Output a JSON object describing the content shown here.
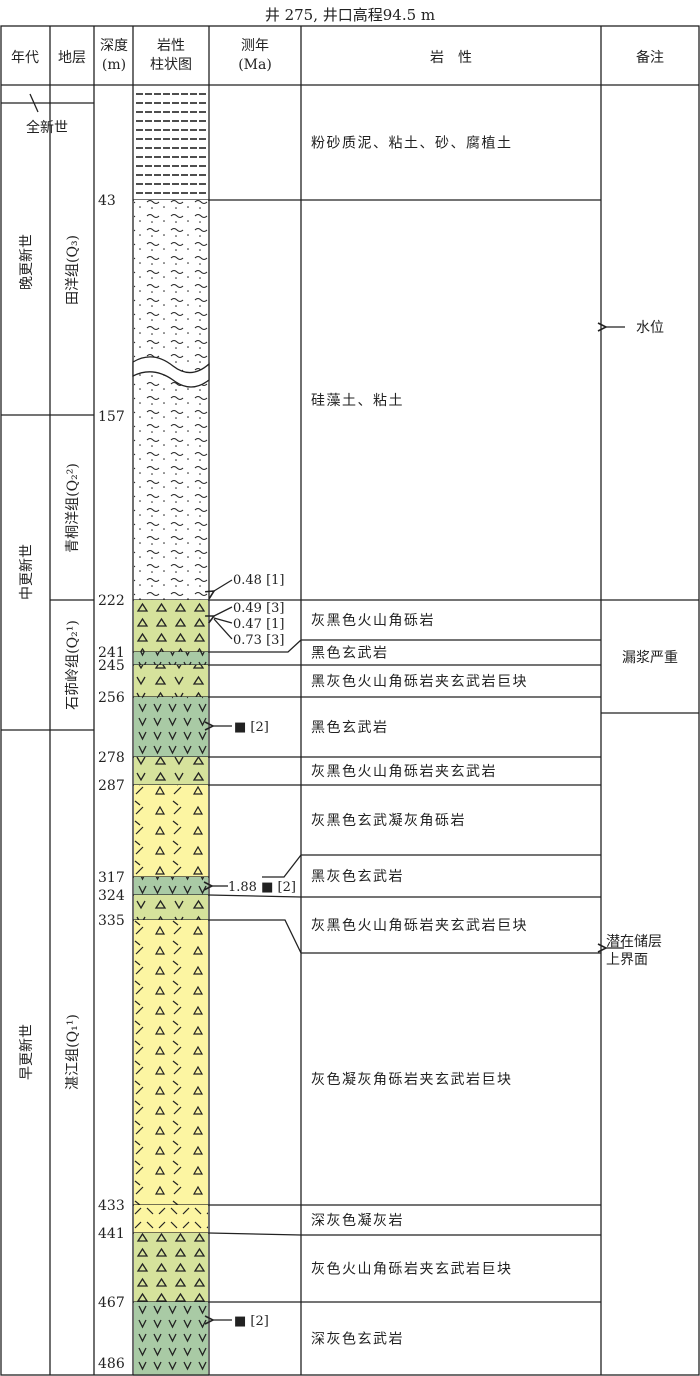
{
  "title": "井 275, 井口高程94.5 m",
  "header": {
    "era": "年代",
    "strata": "地层",
    "depth_1": "深度",
    "depth_2": "(m)",
    "column_1": "岩性",
    "column_2": "柱状图",
    "dating_1": "测年",
    "dating_2": "(Ma)",
    "lithology": "岩　性",
    "remarks": "备注"
  },
  "eras": [
    "全新世",
    "晚更新世",
    "中更新世",
    "早更新世"
  ],
  "strata": [
    "田洋组(Q₃)",
    "青桐洋组(Q₂²)",
    "石茆岭组(Q₂¹)",
    "湛江组(Q₁¹)"
  ],
  "depths": [
    "43",
    "157",
    "222",
    "241",
    "245",
    "256",
    "278",
    "287",
    "317",
    "324",
    "335",
    "433",
    "441",
    "467",
    "486"
  ],
  "dating": [
    "0.48 [1]",
    "0.49 [3]",
    "0.47 [1]",
    "0.73 [3]",
    "■ [2]",
    "1.88 ■ [2]",
    "■ [2]"
  ],
  "lithology": [
    "粉砂质泥、粘土、砂、腐植土",
    "硅藻土、粘土",
    "灰黑色火山角砾岩",
    "黑色玄武岩",
    "黑灰色火山角砾岩夹玄武岩巨块",
    "黑色玄武岩",
    "灰黑色火山角砾岩夹玄武岩",
    "灰黑色玄武凝灰角砾岩",
    "黑灰色玄武岩",
    "灰黑色火山角砾岩夹玄武岩巨块",
    "灰色凝灰角砾岩夹玄武岩巨块",
    "深灰色凝灰岩",
    "灰色火山角砾岩夹玄武岩巨块",
    "深灰色玄武岩"
  ],
  "remarks": {
    "water_level": "水位",
    "mud_loss": "漏浆严重",
    "reservoir_1": "潜在储层",
    "reservoir_2": "上界面"
  },
  "colors": {
    "breccia": "#d6e29c",
    "basalt": "#a9caa5",
    "tuff": "#fcf5a2",
    "line": "#222222"
  }
}
